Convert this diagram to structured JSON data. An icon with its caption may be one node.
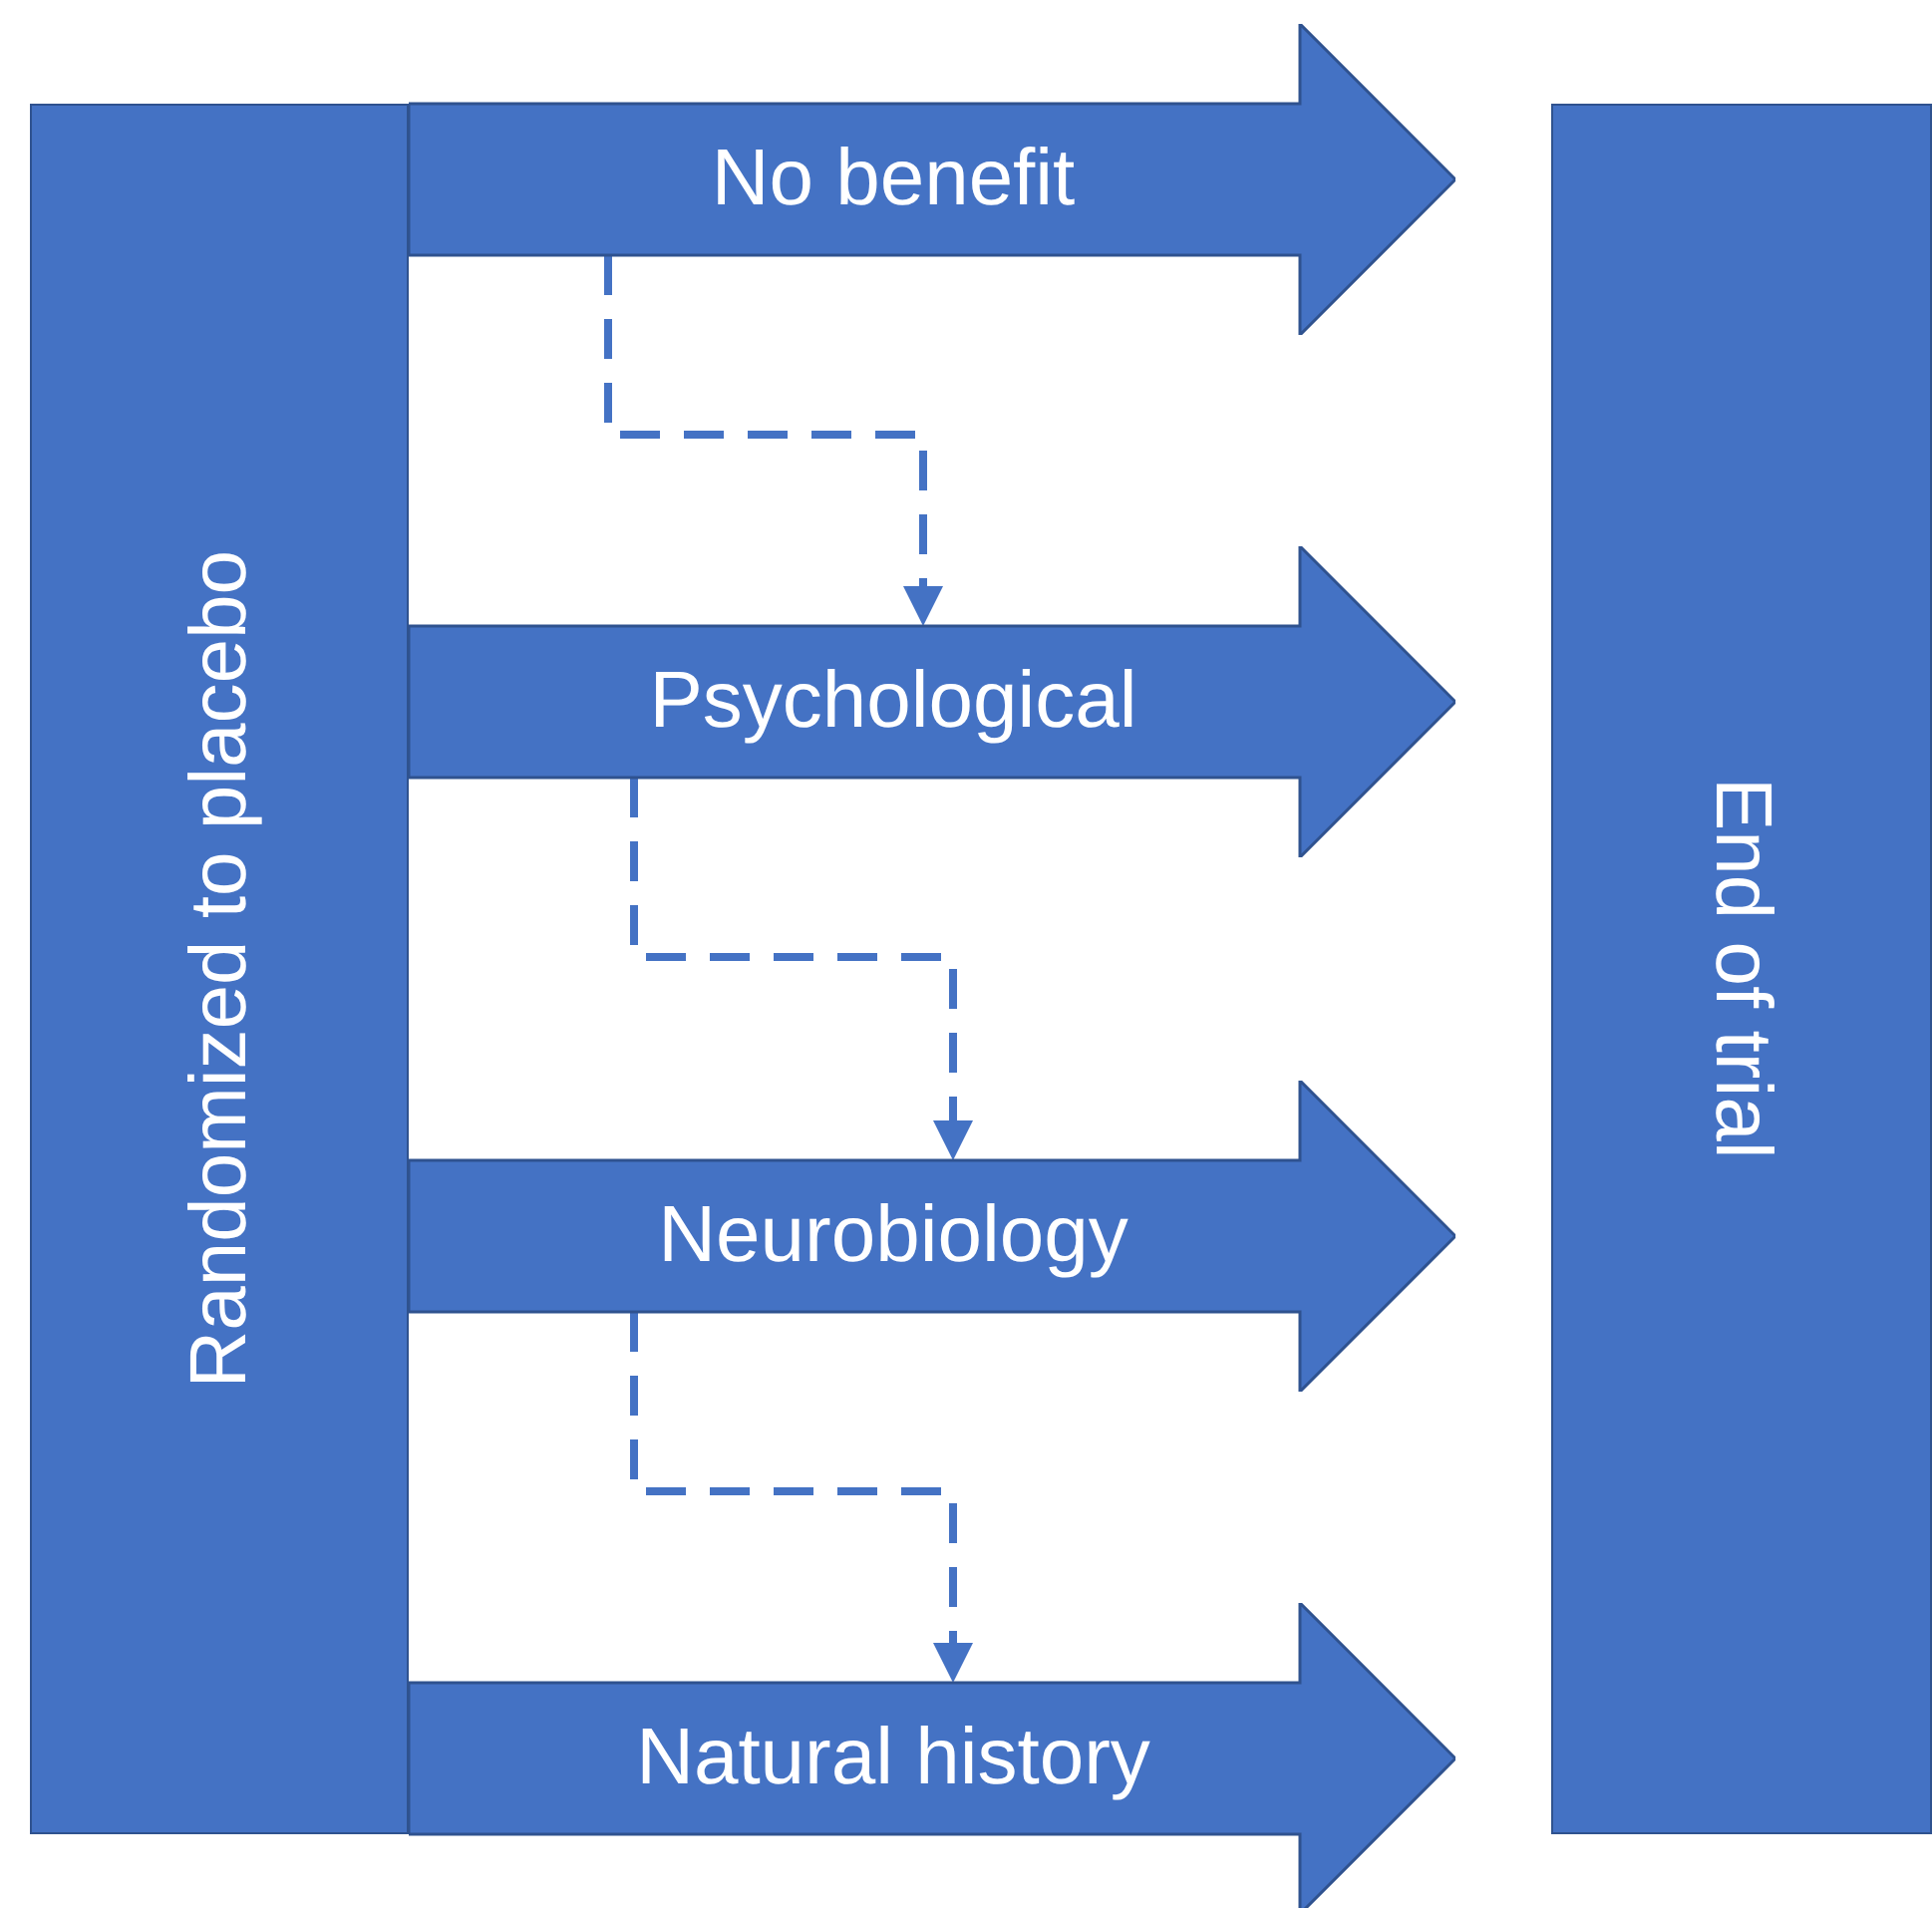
{
  "diagram": {
    "nodes": [
      {
        "text": [
          "Randomized to placebo"
        ]
      },
      {
        "text": [
          "No benefit"
        ]
      },
      {
        "text": [
          "Psychological"
        ]
      },
      {
        "text": [
          "Neurobiology"
        ]
      },
      {
        "text": [
          "Natural history"
        ]
      },
      {
        "text": [
          "End of trial"
        ]
      }
    ],
    "edges": [
      {
        "from": 1,
        "to": 2,
        "arrow": "to",
        "style": "dashed"
      },
      {
        "from": 2,
        "to": 3,
        "arrow": "to",
        "style": "dashed"
      },
      {
        "from": 3,
        "to": 4,
        "arrow": "to",
        "style": "dashed"
      }
    ]
  }
}
